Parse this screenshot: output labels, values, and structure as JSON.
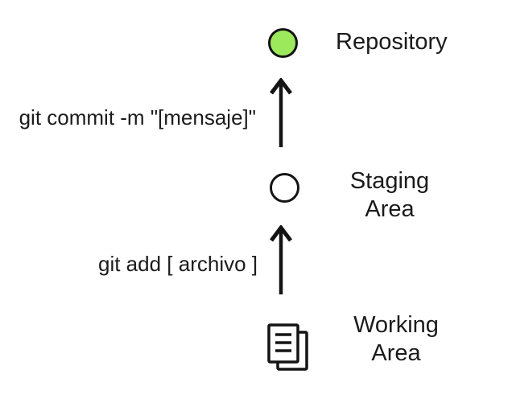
{
  "diagram": {
    "nodes": [
      {
        "id": "repository",
        "label": "Repository",
        "shape": "circle",
        "fill": "green"
      },
      {
        "id": "staging-area",
        "label": "Staging Area",
        "shape": "circle",
        "fill": "white"
      },
      {
        "id": "working-area",
        "label": "Working Area",
        "shape": "documents-icon"
      }
    ],
    "edges": [
      {
        "from": "staging-area",
        "to": "repository",
        "direction": "up",
        "label": "git commit -m \"[mensaje]\""
      },
      {
        "from": "working-area",
        "to": "staging-area",
        "direction": "up",
        "label": "git add [ archivo ]"
      }
    ]
  },
  "colors": {
    "repository_fill": "#9DE95C",
    "staging_fill": "#FFFFFF",
    "diagram_stroke": "#141414",
    "text_color": "#1B1B1B",
    "background": "#FFFFFF"
  }
}
